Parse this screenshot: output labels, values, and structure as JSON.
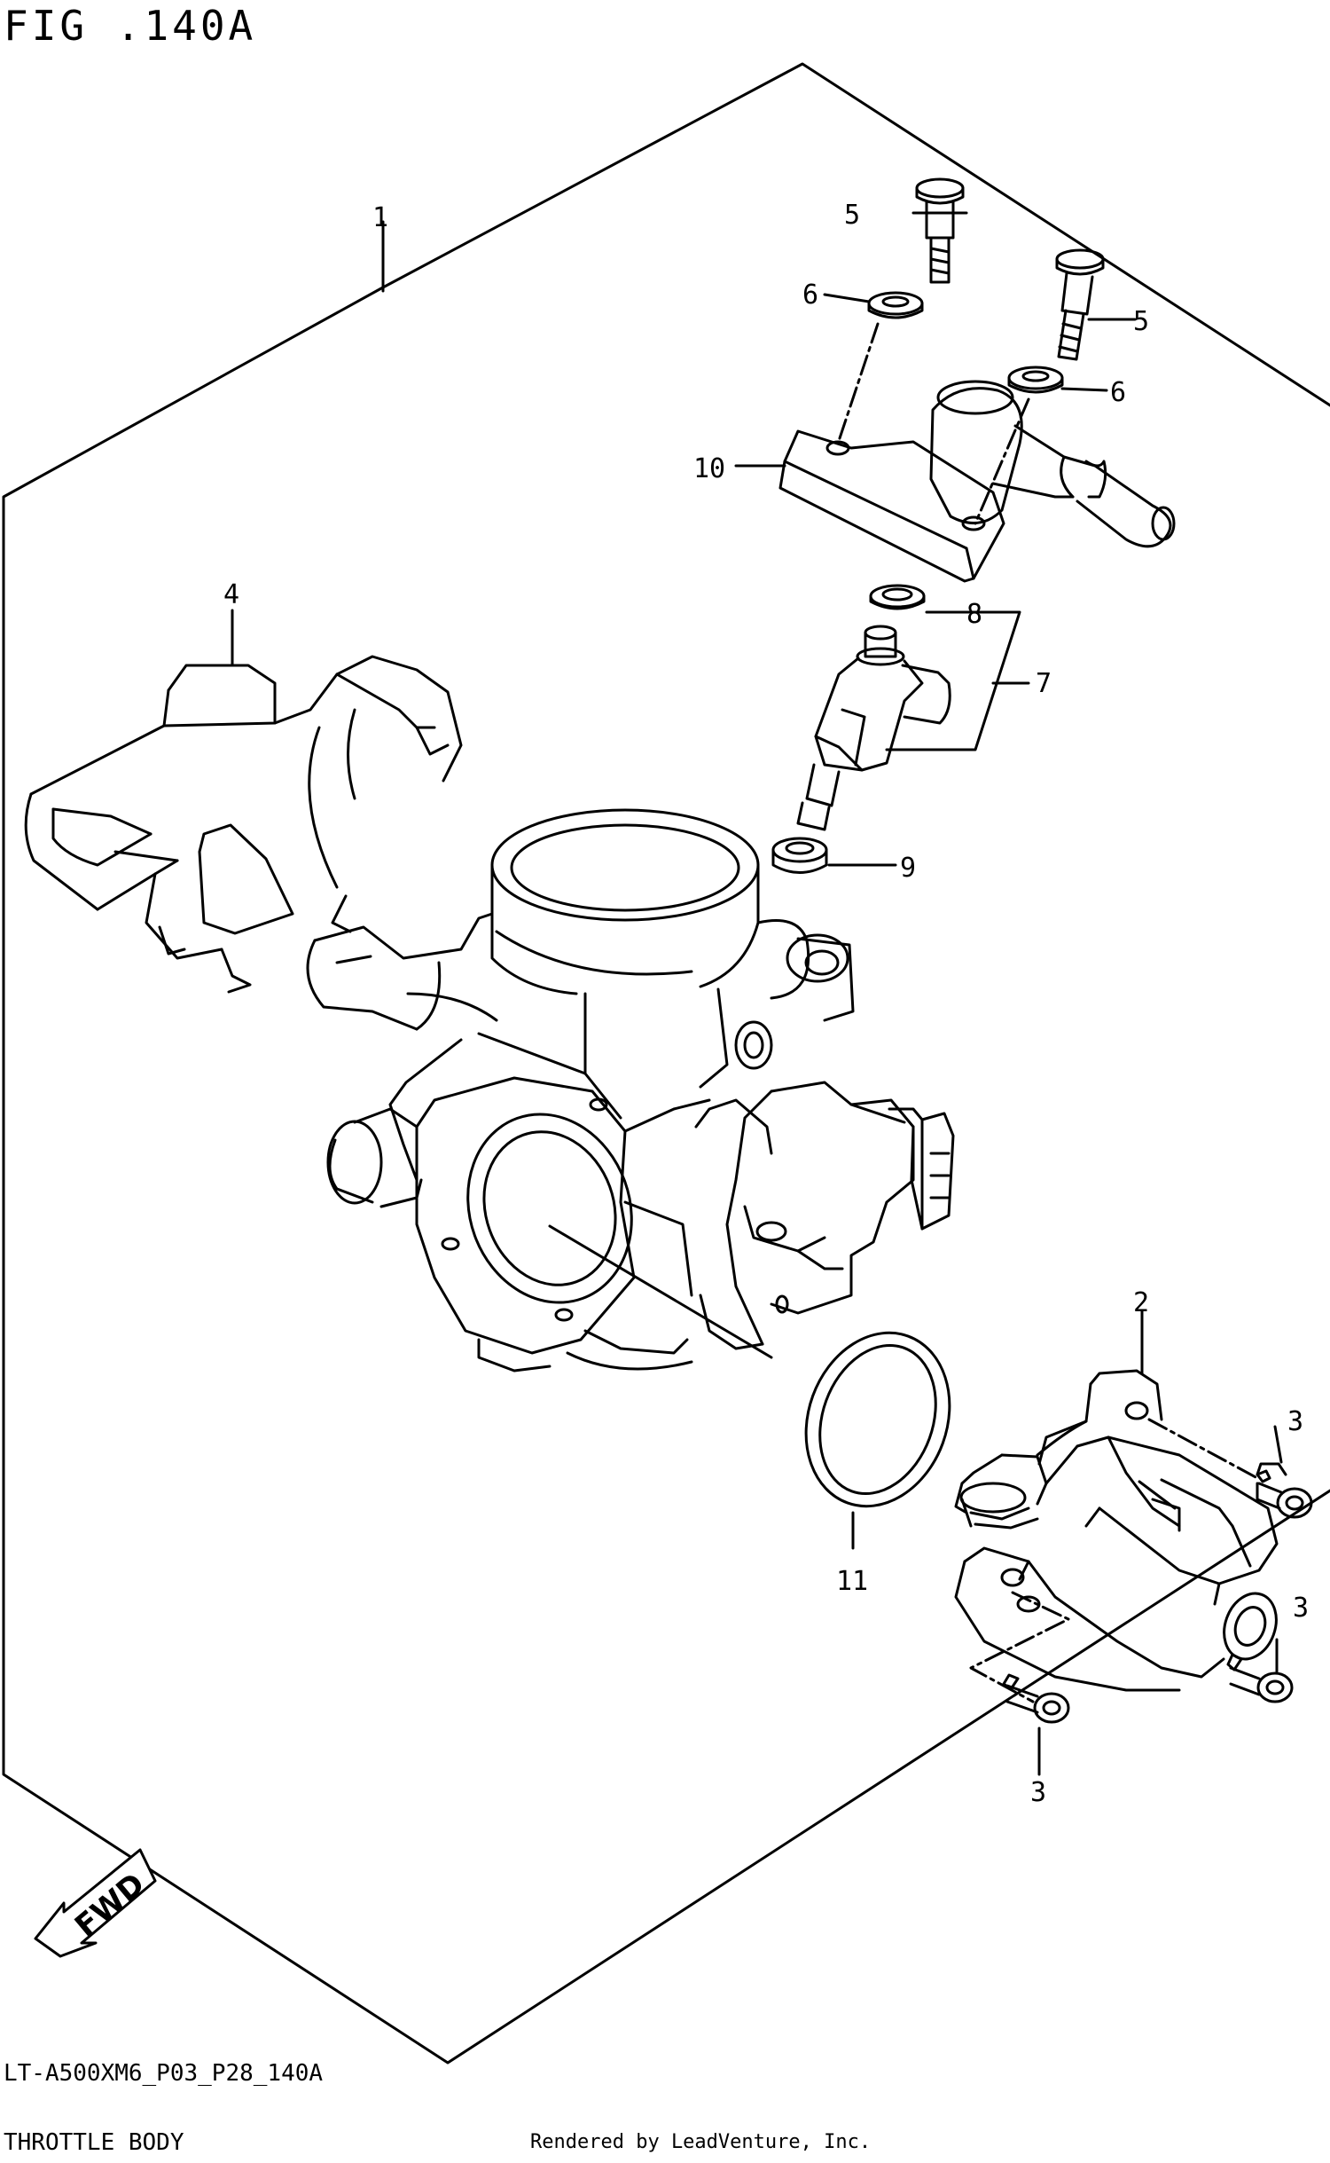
{
  "figure": {
    "title": "FIG .140A"
  },
  "footer": {
    "model_code": "LT-A500XM6_P03_P28_140A",
    "section_name": "THROTTLE BODY",
    "credit": "Rendered by LeadVenture, Inc."
  },
  "fwd_arrow": {
    "label": "FWD"
  },
  "callouts": {
    "c1": "1",
    "c2": "2",
    "c3a": "3",
    "c3b": "3",
    "c3c": "3",
    "c4": "4",
    "c5a": "5",
    "c5b": "5",
    "c6a": "6",
    "c6b": "6",
    "c7": "7",
    "c8": "8",
    "c9": "9",
    "c10": "10",
    "c11": "11"
  }
}
